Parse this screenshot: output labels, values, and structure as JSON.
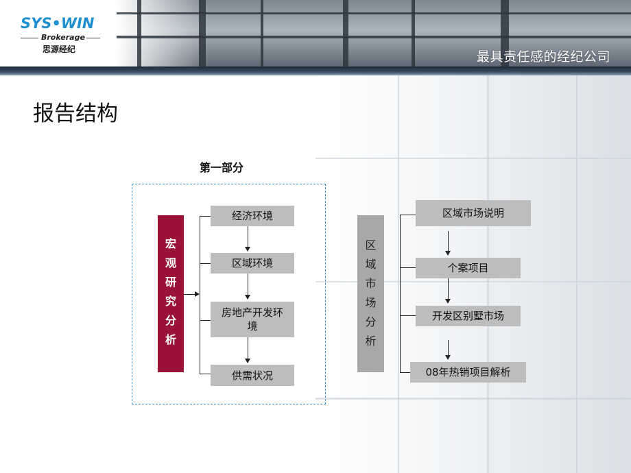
{
  "header": {
    "logo_word": "SYS•WIN",
    "logo_sub": "Brokerage",
    "logo_cn": "思源经纪",
    "slogan": "最具责任感的经纪公司"
  },
  "page_title": "报告结构",
  "section_title": "第一部分",
  "left_group": {
    "label_chars": [
      "宏",
      "观",
      "研",
      "究",
      "分",
      "析"
    ],
    "items": [
      "经济环境",
      "区域环境",
      "房地产开发环境",
      "供需状况"
    ]
  },
  "right_group": {
    "label_chars": [
      "区",
      "域",
      "市",
      "场",
      "分",
      "析"
    ],
    "items": [
      "区域市场说明",
      "个案项目",
      "开发区别墅市场",
      "08年热销项目解析"
    ]
  },
  "colors": {
    "red_label": "#9a1236",
    "gray_label": "#a8a8a8",
    "box": "#bdbdbd",
    "dashed_border": "#3b8fc7"
  }
}
